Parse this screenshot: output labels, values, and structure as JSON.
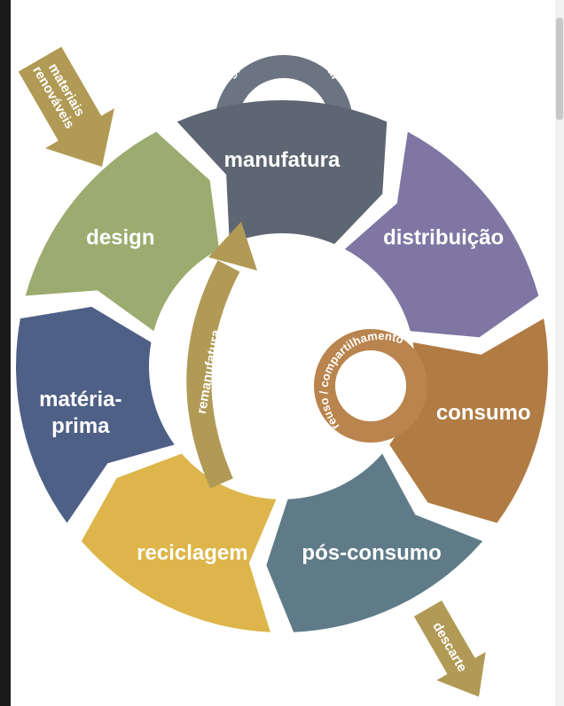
{
  "segments": [
    {
      "label": "manufatura",
      "color": "#5d6672"
    },
    {
      "label": "distribuição",
      "color": "#7f76a3"
    },
    {
      "label": "consumo",
      "color": "#b07c44"
    },
    {
      "label": "pós-consumo",
      "color": "#5f7b88"
    },
    {
      "label": "reciclagem",
      "color": "#ddb54a"
    },
    {
      "label": "matéria-prima",
      "label_lines": [
        "matéria-",
        "prima"
      ],
      "color": "#4f6087"
    },
    {
      "label": "design",
      "color": "#9cab6f"
    }
  ],
  "loops": {
    "simbiose": "simbiose industrial",
    "reuso": "reuso / compartilhamento",
    "remanufatura": "remanufatura"
  },
  "arrows": {
    "input_lines": [
      "materiais",
      "renováveis"
    ],
    "output": "descarte"
  },
  "colors": {
    "arrow": "#b09a55",
    "simbiose": "#6b7480",
    "reuso": "#b9844d"
  }
}
